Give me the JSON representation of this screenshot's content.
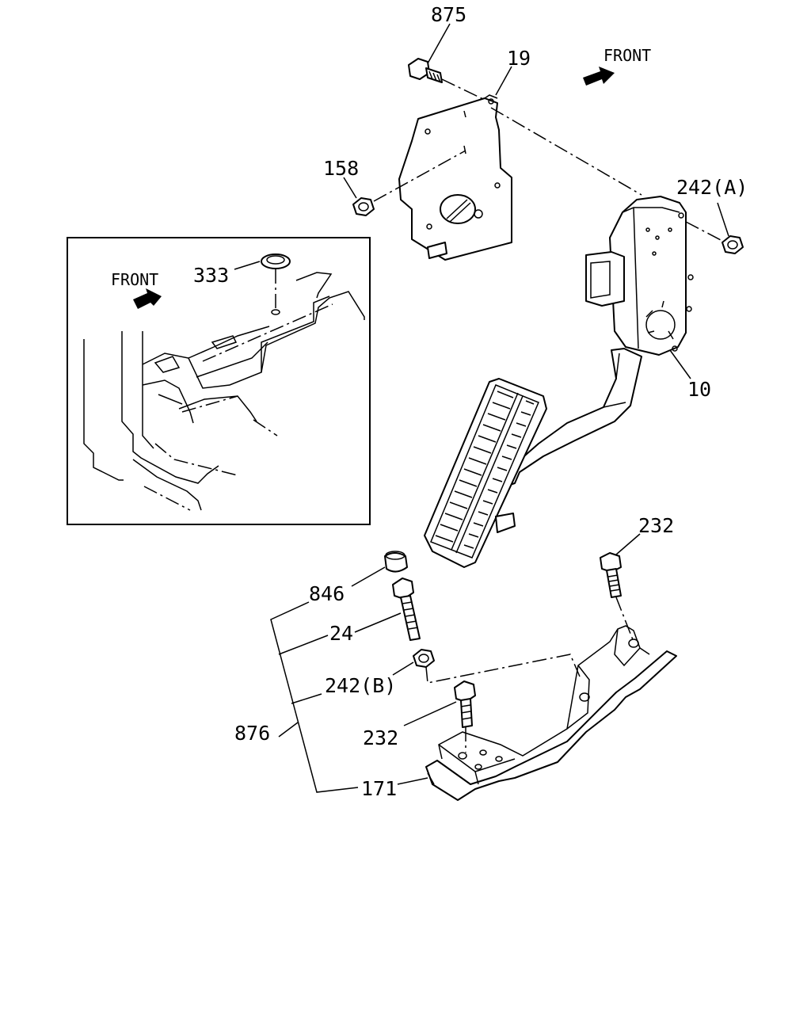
{
  "diagram": {
    "callouts": {
      "c875": "875",
      "c19": "19",
      "c158": "158",
      "c242a": "242(A)",
      "c10": "10",
      "c333": "333",
      "c232_top": "232",
      "c846": "846",
      "c24": "24",
      "c242b": "242(B)",
      "c876": "876",
      "c232_bottom": "232",
      "c171": "171"
    },
    "front_labels": {
      "main": "FRONT",
      "inset": "FRONT"
    }
  }
}
